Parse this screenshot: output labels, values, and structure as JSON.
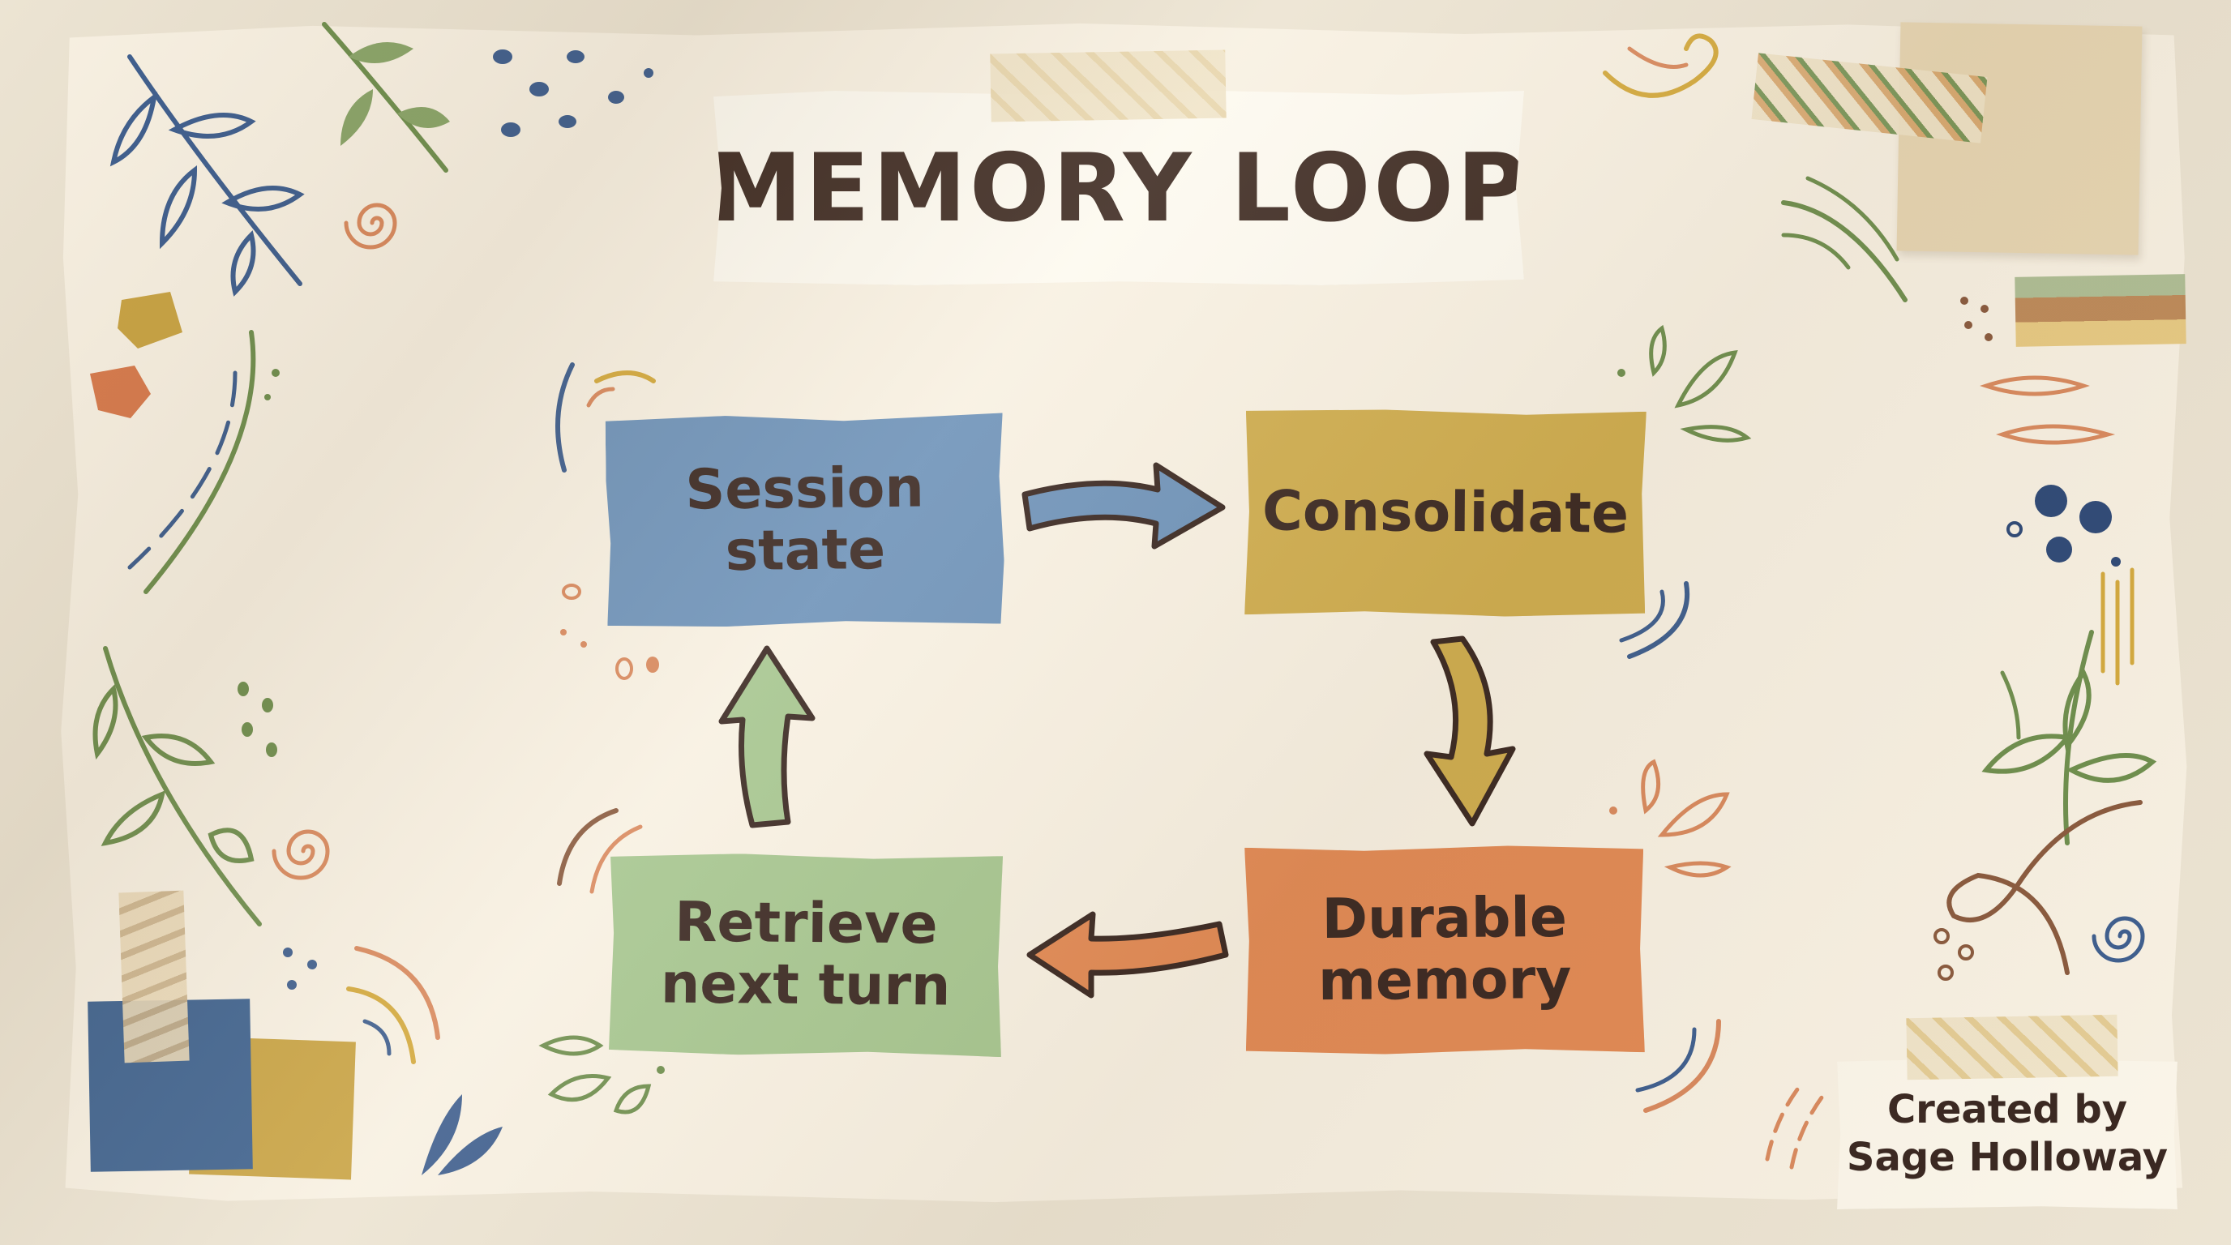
{
  "title": "MEMORY LOOP",
  "nodes": {
    "session_state": {
      "label": "Session\nstate",
      "color": "#6e93ba"
    },
    "consolidate": {
      "label": "Consolidate",
      "color": "#cfad4f"
    },
    "durable_memory": {
      "label": "Durable\nmemory",
      "color": "#e28a55"
    },
    "retrieve_next_turn": {
      "label": "Retrieve\nnext turn",
      "color": "#a6c690"
    }
  },
  "edges": [
    {
      "from": "Session state",
      "to": "Consolidate",
      "color": "#6e93ba"
    },
    {
      "from": "Consolidate",
      "to": "Durable memory",
      "color": "#cfad4f"
    },
    {
      "from": "Durable memory",
      "to": "Retrieve next turn",
      "color": "#e28a55"
    },
    {
      "from": "Retrieve next turn",
      "to": "Session state",
      "color": "#a6c690"
    }
  ],
  "credit": "Created by\nSage Holloway",
  "colors": {
    "ink": "#3e2b23",
    "paper": "#f8f1e3",
    "leaf_blue": "#3f5f8f",
    "leaf_green": "#6f8f4f",
    "accent_orange": "#d98a5f",
    "accent_mustard": "#d4aa3f"
  }
}
